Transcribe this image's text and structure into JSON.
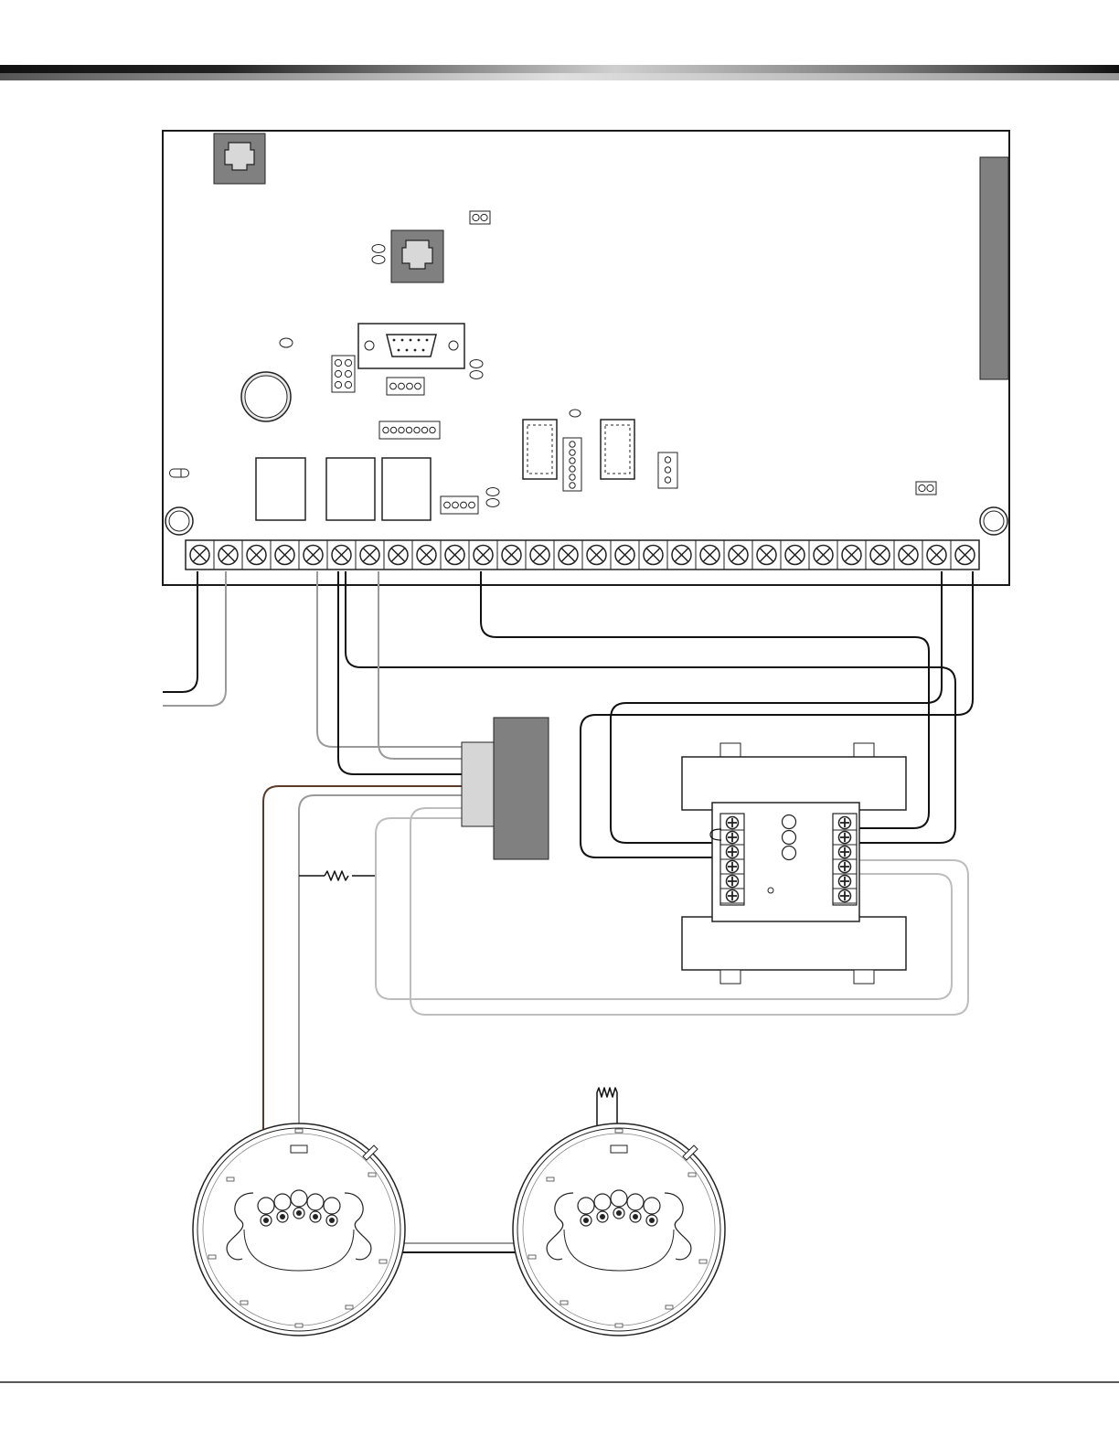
{
  "page": {
    "header_bar_colors": [
      "#1a1a1a",
      "#bdbdbd"
    ],
    "footer_rule_color": "#222222"
  },
  "diagram": {
    "panel": {
      "fill": "#ffffff",
      "stroke": "#1a1a1a",
      "terminal_count": 28,
      "connector_fill": "#808080"
    },
    "wire_colors": {
      "black": "#111111",
      "gray": "#9a9a9a",
      "light_gray": "#bdbdbd",
      "brown": "#5a3a28"
    },
    "module": {
      "terminals_left": 6,
      "terminals_right": 6,
      "leds": 3
    },
    "relay": {
      "fill_dark": "#808080",
      "fill_light": "#d6d6d6"
    },
    "detector_bases": 2,
    "resistors": 2
  }
}
